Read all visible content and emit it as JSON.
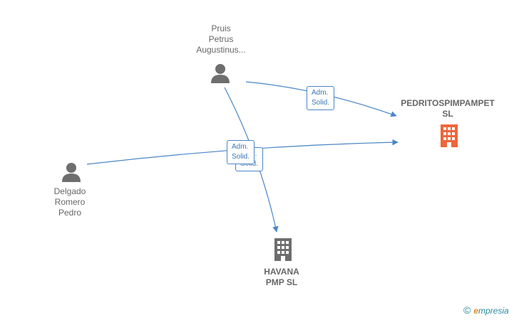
{
  "nodes": {
    "pruis": {
      "lines": [
        "Pruis",
        "Petrus",
        "Augustinus..."
      ],
      "type": "person"
    },
    "delgado": {
      "lines": [
        "Delgado",
        "Romero",
        "Pedro"
      ],
      "type": "person"
    },
    "pedritos": {
      "lines": [
        "PEDRITOSPIMPAMPET",
        "SL"
      ],
      "type": "company",
      "color": "#f0653a"
    },
    "havana": {
      "lines": [
        "HAVANA",
        "PMP  SL"
      ],
      "type": "company",
      "color": "#6e6e6e"
    }
  },
  "edges": [
    {
      "from": "Pruis Petrus Augustinus...",
      "to": "PEDRITOSPIMPAMPET SL",
      "label": [
        "Adm.",
        "Solid."
      ]
    },
    {
      "from": "Pruis Petrus Augustinus...",
      "to": "HAVANA PMP SL",
      "label": [
        "Adm.",
        "Solid."
      ]
    },
    {
      "from": "Delgado Romero Pedro",
      "to": "PEDRITOSPIMPAMPET SL",
      "label": [
        "Adm.",
        "Solid."
      ]
    }
  ],
  "colors": {
    "edge": "#4a86c8",
    "person": "#6e6e6e",
    "company_highlight": "#f0653a",
    "company": "#6e6e6e"
  },
  "watermark": {
    "symbol": "©",
    "brand_first": "e",
    "brand_rest": "mpresia"
  }
}
